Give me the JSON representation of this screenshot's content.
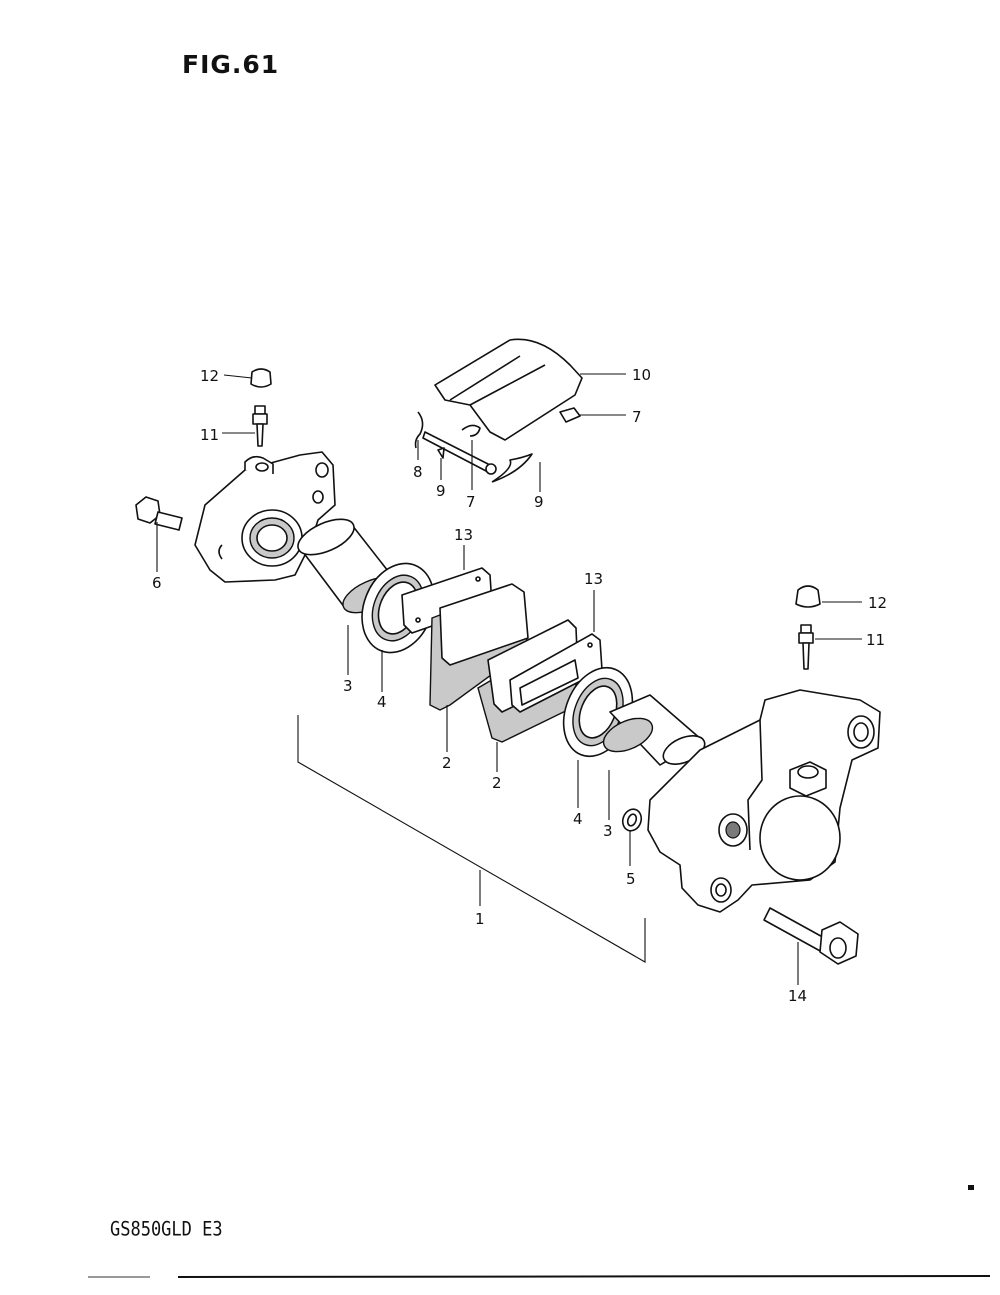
{
  "figure": {
    "title": "FIG.61"
  },
  "footer": {
    "model_code": "GS850GLD E3"
  },
  "callouts": [
    {
      "id": "c12a",
      "number": "12"
    },
    {
      "id": "c11a",
      "number": "11"
    },
    {
      "id": "c6",
      "number": "6"
    },
    {
      "id": "c10",
      "number": "10"
    },
    {
      "id": "c7a",
      "number": "7"
    },
    {
      "id": "c8",
      "number": "8"
    },
    {
      "id": "c9a",
      "number": "9"
    },
    {
      "id": "c7b",
      "number": "7"
    },
    {
      "id": "c9b",
      "number": "9"
    },
    {
      "id": "c13a",
      "number": "13"
    },
    {
      "id": "c13b",
      "number": "13"
    },
    {
      "id": "c12b",
      "number": "12"
    },
    {
      "id": "c11b",
      "number": "11"
    },
    {
      "id": "c3a",
      "number": "3"
    },
    {
      "id": "c4a",
      "number": "4"
    },
    {
      "id": "c2a",
      "number": "2"
    },
    {
      "id": "c2b",
      "number": "2"
    },
    {
      "id": "c4b",
      "number": "4"
    },
    {
      "id": "c3b",
      "number": "3"
    },
    {
      "id": "c5",
      "number": "5"
    },
    {
      "id": "c1",
      "number": "1"
    },
    {
      "id": "c14",
      "number": "14"
    }
  ]
}
